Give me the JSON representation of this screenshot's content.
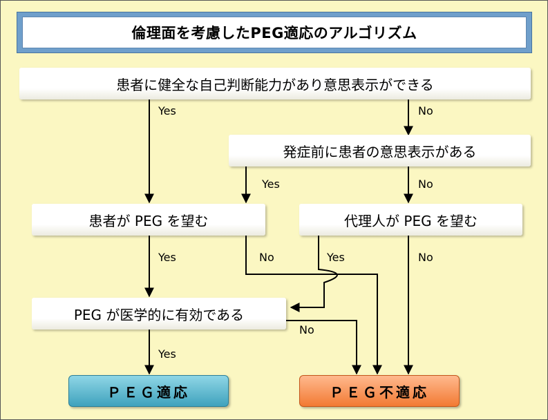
{
  "title": "倫理面を考慮したPEG適応のアルゴリズム",
  "nodes": {
    "q1": "患者に健全な自己判断能力があり意思表示ができる",
    "q2": "発症前に患者の意思表示がある",
    "q3": "患者が PEG を望む",
    "q4": "代理人が PEG を望む",
    "q5": "PEG が医学的に有効である"
  },
  "results": {
    "ok": "ＰＥＧ適応",
    "ng": "ＰＥＧ不適応"
  },
  "edge_labels": {
    "q1_yes": "Yes",
    "q1_no": "No",
    "q2_yes": "Yes",
    "q2_no": "No",
    "q3_yes": "Yes",
    "q3_no": "No",
    "q4_yes": "Yes",
    "q4_no": "No",
    "q5_yes": "Yes",
    "q5_no": "No"
  },
  "colors": {
    "background": "#FBF7C2",
    "title_frame": "#6F9FCB",
    "result_ok": "#3FA2BD",
    "result_ng": "#F27A33"
  }
}
